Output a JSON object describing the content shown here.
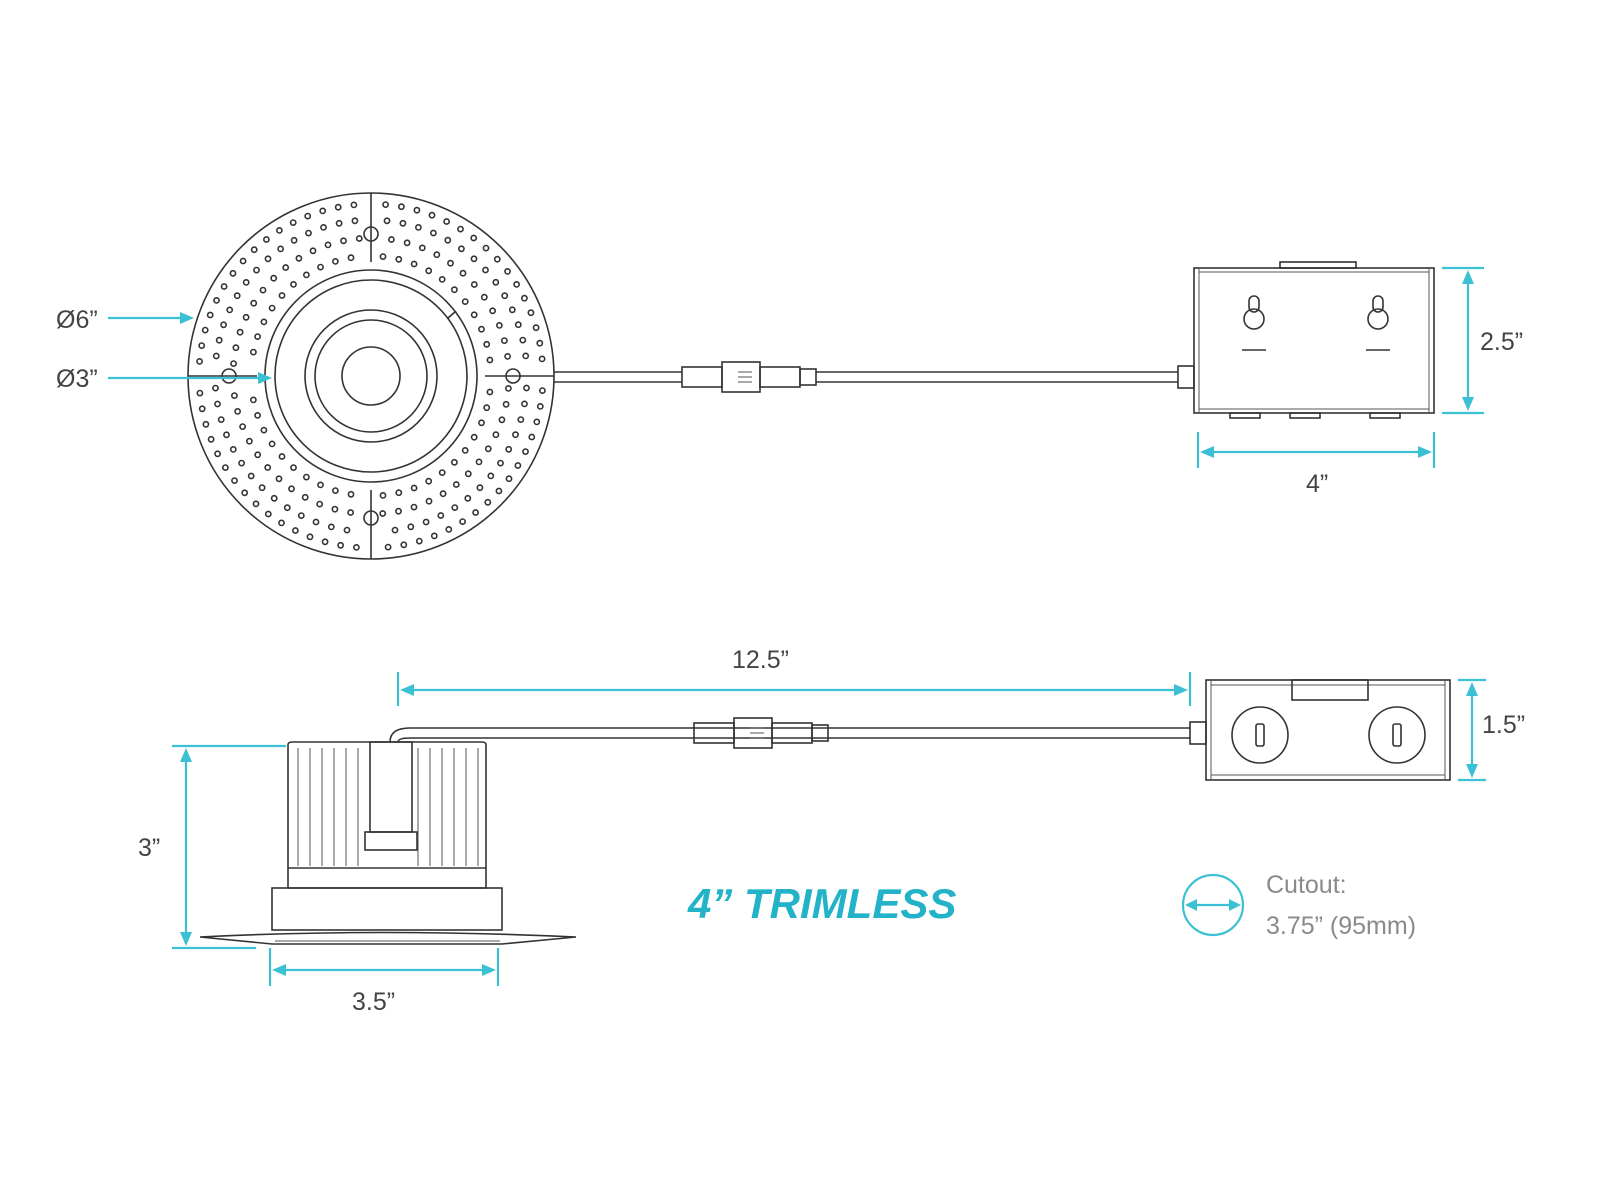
{
  "diagram": {
    "title": "4” TRIMLESS",
    "accent_color": "#3cc0d3",
    "line_color": "#333333",
    "top_view": {
      "outer_diameter_label": "Ø6”",
      "inner_diameter_label": "Ø3”"
    },
    "junction_box_top": {
      "height_label": "2.5”",
      "width_label": "4”"
    },
    "side_view": {
      "cable_length_label": "12.5”",
      "box_height_label": "1.5”",
      "fixture_height_label": "3”",
      "fixture_width_label": "3.5”"
    },
    "cutout": {
      "label": "Cutout:",
      "value": "3.75” (95mm)",
      "icon": "cutout-diameter-icon"
    }
  }
}
